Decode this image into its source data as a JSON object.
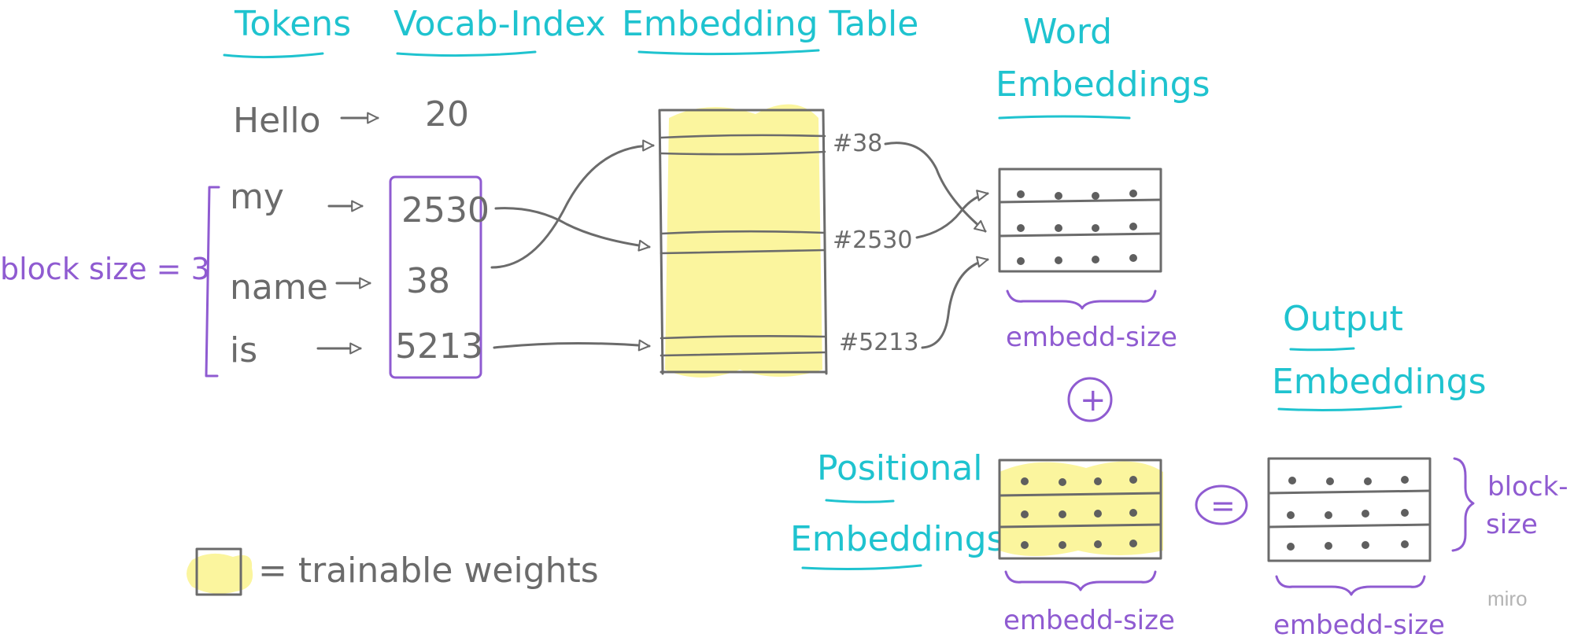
{
  "headers": {
    "tokens": "Tokens",
    "vocab_index": "Vocab-Index",
    "embedding_table": "Embedding Table",
    "word_embeddings_line1": "Word",
    "word_embeddings_line2": "Embeddings",
    "output_line1": "Output",
    "output_line2": "Embeddings",
    "positional_line1": "Positional",
    "positional_line2": "Embeddings"
  },
  "tokens": [
    {
      "token": "Hello",
      "index": "20"
    },
    {
      "token": "my",
      "index": "2530"
    },
    {
      "token": "name",
      "index": "38"
    },
    {
      "token": "is",
      "index": "5213"
    }
  ],
  "row_labels": [
    "#38",
    "#2530",
    "#5213"
  ],
  "block_size_label": "block size = 3",
  "embedd_size_label": "embedd-size",
  "block_size_right_line1": "block-",
  "block_size_right_line2": "size",
  "plus_symbol": "+",
  "equals_symbol": "=",
  "legend_label": "= trainable weights",
  "watermark": "miro",
  "colors": {
    "cyan": "#1fc3cf",
    "purple": "#8f5bd1",
    "gray": "#6b6b6b",
    "highlight": "#fbf59e"
  }
}
